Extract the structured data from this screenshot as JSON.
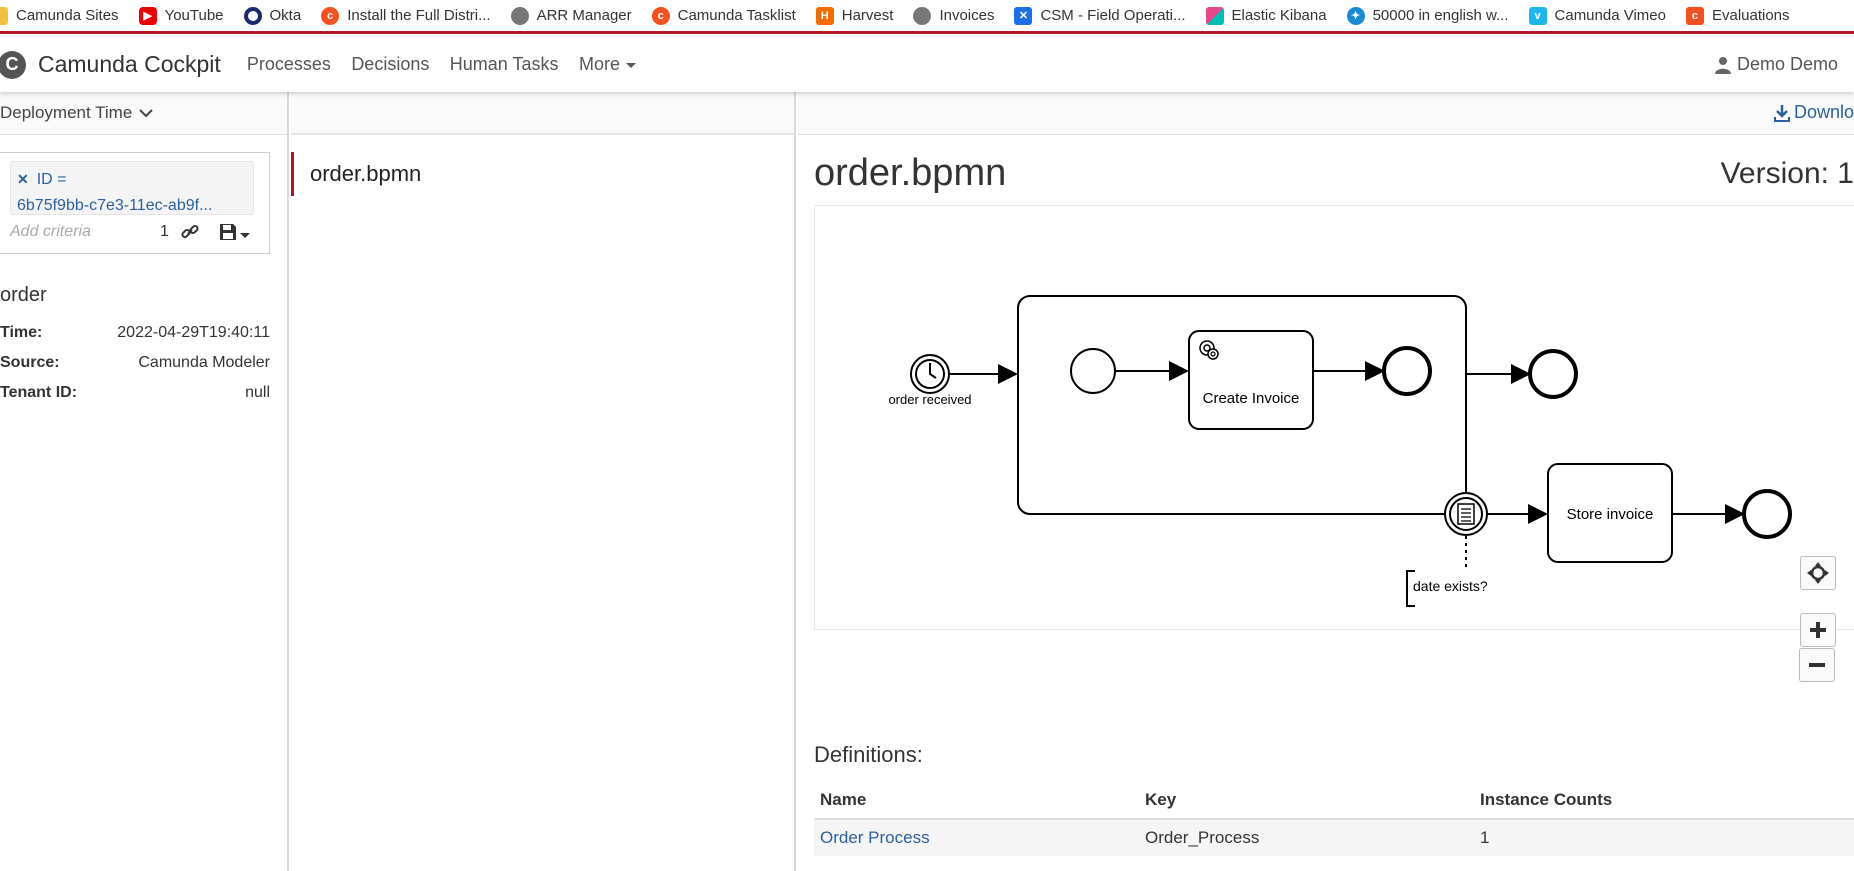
{
  "bookmarks": [
    {
      "label": "Camunda Sites",
      "icon": "folder-icon",
      "color": "#f0c040"
    },
    {
      "label": "YouTube",
      "icon": "youtube-icon",
      "color": "#e00"
    },
    {
      "label": "Okta",
      "icon": "okta-icon",
      "color": "#1a2a6c"
    },
    {
      "label": "Install the Full Distri...",
      "icon": "camunda-icon",
      "color": "#f4511e"
    },
    {
      "label": "ARR Manager",
      "icon": "globe-icon",
      "color": "#666"
    },
    {
      "label": "Camunda Tasklist",
      "icon": "camunda-icon",
      "color": "#f4511e"
    },
    {
      "label": "Harvest",
      "icon": "harvest-icon",
      "color": "#f36c00"
    },
    {
      "label": "Invoices",
      "icon": "globe-icon",
      "color": "#666"
    },
    {
      "label": "CSM - Field Operati...",
      "icon": "confluence-icon",
      "color": "#1e6ee6"
    },
    {
      "label": "Elastic Kibana",
      "icon": "kibana-icon",
      "color": "#e8478b"
    },
    {
      "label": "50000 in english w...",
      "icon": "gear-badge-icon",
      "color": "#1a8ad4"
    },
    {
      "label": "Camunda Vimeo",
      "icon": "vimeo-icon",
      "color": "#1ab7ea"
    },
    {
      "label": "Evaluations",
      "icon": "camunda-icon",
      "color": "#f4511e"
    }
  ],
  "header": {
    "logo_letter": "C",
    "brand": "Camunda Cockpit",
    "nav": [
      "Processes",
      "Decisions",
      "Human Tasks"
    ],
    "more_label": "More",
    "user": "Demo Demo"
  },
  "left": {
    "sort_label": "Deployment Time",
    "filter": {
      "tag_key": "ID =",
      "tag_value": "6b75f9bb-c7e3-11ec-ab9f...",
      "add_placeholder": "Add criteria",
      "count": "1"
    },
    "deployment": {
      "name": "order",
      "rows": [
        {
          "key": "Time:",
          "value": "2022-04-29T19:40:11"
        },
        {
          "key": "Source:",
          "value": "Camunda Modeler"
        },
        {
          "key": "Tenant ID:",
          "value": "null"
        }
      ]
    }
  },
  "middle": {
    "resource": "order.bpmn"
  },
  "right": {
    "download_label": "Downlo",
    "title": "order.bpmn",
    "version": "Version: 1",
    "diagram": {
      "labels": {
        "start": "order received",
        "task1": "Create Invoice",
        "task2": "Store invoice",
        "annotation": "date exists?"
      }
    },
    "definitions_title": "Definitions:",
    "table": {
      "headers": [
        "Name",
        "Key",
        "Instance Counts"
      ],
      "rows": [
        {
          "name": "Order Process",
          "key": "Order_Process",
          "count": "1"
        }
      ]
    }
  },
  "colors": {
    "accent": "#b5152b",
    "link": "#2c5f9e"
  }
}
